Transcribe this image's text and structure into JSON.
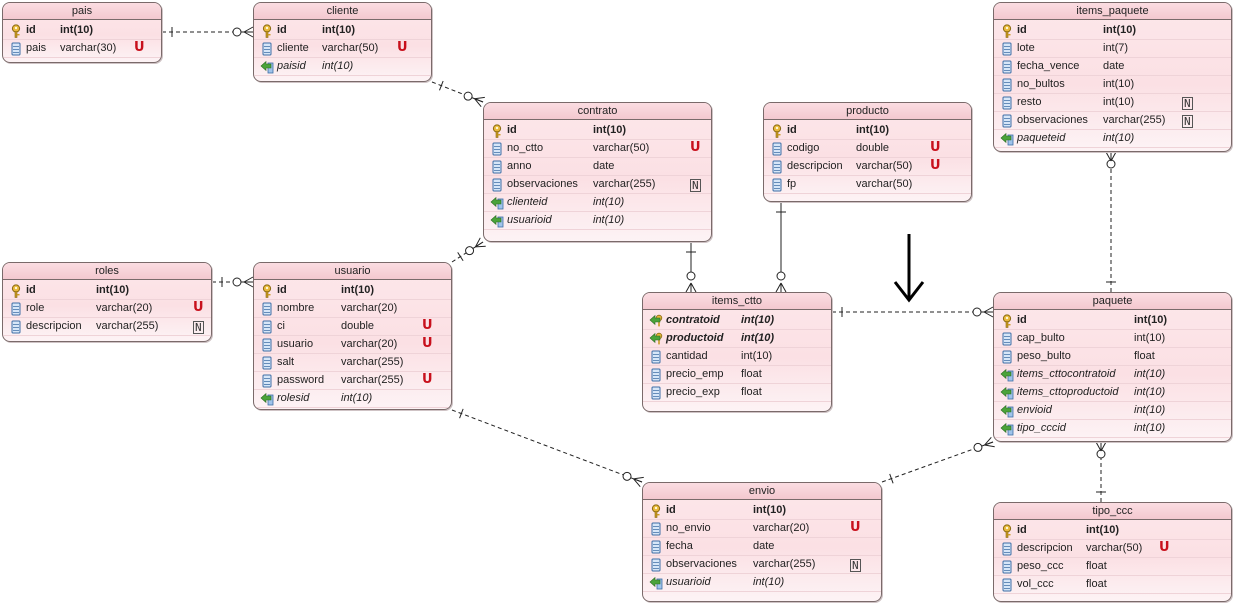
{
  "colors": {
    "border": "#7a6a6a",
    "header": "#f4c8cf",
    "body": "#fde7ea",
    "unique_flag": "#c8101c",
    "line": "#222222"
  },
  "icons": {
    "pk": "key-icon",
    "fk": "foreign-key-arrow-icon",
    "col": "column-icon"
  },
  "entities": {
    "pais": {
      "title": "pais",
      "fields": [
        {
          "name": "id",
          "type": "int(10)",
          "kind": "pk",
          "flag": ""
        },
        {
          "name": "pais",
          "type": "varchar(30)",
          "kind": "col",
          "flag": "U"
        }
      ]
    },
    "cliente": {
      "title": "cliente",
      "fields": [
        {
          "name": "id",
          "type": "int(10)",
          "kind": "pk",
          "flag": ""
        },
        {
          "name": "cliente",
          "type": "varchar(50)",
          "kind": "col",
          "flag": "U"
        },
        {
          "name": "paisid",
          "type": "int(10)",
          "kind": "fk",
          "flag": ""
        }
      ]
    },
    "contrato": {
      "title": "contrato",
      "fields": [
        {
          "name": "id",
          "type": "int(10)",
          "kind": "pk",
          "flag": ""
        },
        {
          "name": "no_ctto",
          "type": "varchar(50)",
          "kind": "col",
          "flag": "U"
        },
        {
          "name": "anno",
          "type": "date",
          "kind": "col",
          "flag": ""
        },
        {
          "name": "observaciones",
          "type": "varchar(255)",
          "kind": "col",
          "flag": "N"
        },
        {
          "name": "clienteid",
          "type": "int(10)",
          "kind": "fk",
          "flag": ""
        },
        {
          "name": "usuarioid",
          "type": "int(10)",
          "kind": "fk",
          "flag": ""
        }
      ]
    },
    "producto": {
      "title": "producto",
      "fields": [
        {
          "name": "id",
          "type": "int(10)",
          "kind": "pk",
          "flag": ""
        },
        {
          "name": "codigo",
          "type": "double",
          "kind": "col",
          "flag": "U"
        },
        {
          "name": "descripcion",
          "type": "varchar(50)",
          "kind": "col",
          "flag": "U"
        },
        {
          "name": "fp",
          "type": "varchar(50)",
          "kind": "col",
          "flag": ""
        }
      ]
    },
    "items_paquete": {
      "title": "items_paquete",
      "fields": [
        {
          "name": "id",
          "type": "int(10)",
          "kind": "pk",
          "flag": ""
        },
        {
          "name": "lote",
          "type": "int(7)",
          "kind": "col",
          "flag": ""
        },
        {
          "name": "fecha_vence",
          "type": "date",
          "kind": "col",
          "flag": ""
        },
        {
          "name": "no_bultos",
          "type": "int(10)",
          "kind": "col",
          "flag": ""
        },
        {
          "name": "resto",
          "type": "int(10)",
          "kind": "col",
          "flag": "N"
        },
        {
          "name": "observaciones",
          "type": "varchar(255)",
          "kind": "col",
          "flag": "N"
        },
        {
          "name": "paqueteid",
          "type": "int(10)",
          "kind": "fk",
          "flag": ""
        }
      ]
    },
    "roles": {
      "title": "roles",
      "fields": [
        {
          "name": "id",
          "type": "int(10)",
          "kind": "pk",
          "flag": ""
        },
        {
          "name": "role",
          "type": "varchar(20)",
          "kind": "col",
          "flag": "U"
        },
        {
          "name": "descripcion",
          "type": "varchar(255)",
          "kind": "col",
          "flag": "N"
        }
      ]
    },
    "usuario": {
      "title": "usuario",
      "fields": [
        {
          "name": "id",
          "type": "int(10)",
          "kind": "pk",
          "flag": ""
        },
        {
          "name": "nombre",
          "type": "varchar(20)",
          "kind": "col",
          "flag": ""
        },
        {
          "name": "ci",
          "type": "double",
          "kind": "col",
          "flag": "U"
        },
        {
          "name": "usuario",
          "type": "varchar(20)",
          "kind": "col",
          "flag": "U"
        },
        {
          "name": "salt",
          "type": "varchar(255)",
          "kind": "col",
          "flag": ""
        },
        {
          "name": "password",
          "type": "varchar(255)",
          "kind": "col",
          "flag": "U"
        },
        {
          "name": "rolesid",
          "type": "int(10)",
          "kind": "fk",
          "flag": ""
        }
      ]
    },
    "items_ctto": {
      "title": "items_ctto",
      "fields": [
        {
          "name": "contratoid",
          "type": "int(10)",
          "kind": "pkfk",
          "flag": ""
        },
        {
          "name": "productoid",
          "type": "int(10)",
          "kind": "pkfk",
          "flag": ""
        },
        {
          "name": "cantidad",
          "type": "int(10)",
          "kind": "col",
          "flag": ""
        },
        {
          "name": "precio_emp",
          "type": "float",
          "kind": "col",
          "flag": ""
        },
        {
          "name": "precio_exp",
          "type": "float",
          "kind": "col",
          "flag": ""
        }
      ]
    },
    "paquete": {
      "title": "paquete",
      "fields": [
        {
          "name": "id",
          "type": "int(10)",
          "kind": "pk",
          "flag": ""
        },
        {
          "name": "cap_bulto",
          "type": "int(10)",
          "kind": "col",
          "flag": ""
        },
        {
          "name": "peso_bulto",
          "type": "float",
          "kind": "col",
          "flag": ""
        },
        {
          "name": "items_cttocontratoid",
          "type": "int(10)",
          "kind": "fk",
          "flag": ""
        },
        {
          "name": "items_cttoproductoid",
          "type": "int(10)",
          "kind": "fk",
          "flag": ""
        },
        {
          "name": "envioid",
          "type": "int(10)",
          "kind": "fk",
          "flag": ""
        },
        {
          "name": "tipo_cccid",
          "type": "int(10)",
          "kind": "fk",
          "flag": ""
        }
      ]
    },
    "envio": {
      "title": "envio",
      "fields": [
        {
          "name": "id",
          "type": "int(10)",
          "kind": "pk",
          "flag": ""
        },
        {
          "name": "no_envio",
          "type": "varchar(20)",
          "kind": "col",
          "flag": "U"
        },
        {
          "name": "fecha",
          "type": "date",
          "kind": "col",
          "flag": ""
        },
        {
          "name": "observaciones",
          "type": "varchar(255)",
          "kind": "col",
          "flag": "N"
        },
        {
          "name": "usuarioid",
          "type": "int(10)",
          "kind": "fk",
          "flag": ""
        }
      ]
    },
    "tipo_ccc": {
      "title": "tipo_ccc",
      "fields": [
        {
          "name": "id",
          "type": "int(10)",
          "kind": "pk",
          "flag": ""
        },
        {
          "name": "descripcion",
          "type": "varchar(50)",
          "kind": "col",
          "flag": "U"
        },
        {
          "name": "peso_ccc",
          "type": "float",
          "kind": "col",
          "flag": ""
        },
        {
          "name": "vol_ccc",
          "type": "float",
          "kind": "col",
          "flag": ""
        }
      ]
    }
  },
  "relationships": [
    {
      "from": "pais",
      "to": "cliente"
    },
    {
      "from": "cliente",
      "to": "contrato"
    },
    {
      "from": "usuario",
      "to": "contrato"
    },
    {
      "from": "roles",
      "to": "usuario"
    },
    {
      "from": "contrato",
      "to": "items_ctto"
    },
    {
      "from": "producto",
      "to": "items_ctto"
    },
    {
      "from": "items_ctto",
      "to": "paquete"
    },
    {
      "from": "paquete",
      "to": "items_paquete"
    },
    {
      "from": "usuario",
      "to": "envio"
    },
    {
      "from": "envio",
      "to": "paquete"
    },
    {
      "from": "tipo_ccc",
      "to": "paquete"
    }
  ]
}
